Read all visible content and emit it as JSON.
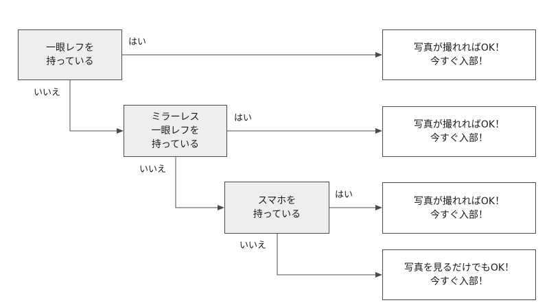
{
  "nodes": {
    "d1": {
      "lines": [
        "一眼レフを",
        "持っている"
      ]
    },
    "d2": {
      "lines": [
        "ミラーレス",
        "一眼レフを",
        "持っている"
      ]
    },
    "d3": {
      "lines": [
        "スマホを",
        "持っている"
      ]
    },
    "r1": {
      "lines": [
        "写真が撮れればOK！",
        "今すぐ入部！"
      ]
    },
    "r2": {
      "lines": [
        "写真が撮れればOK！",
        "今すぐ入部！"
      ]
    },
    "r3": {
      "lines": [
        "写真が撮れればOK！",
        "今すぐ入部！"
      ]
    },
    "r4": {
      "lines": [
        "写真を見るだけでもOK！",
        "今すぐ入部！"
      ]
    }
  },
  "edge_labels": {
    "d1_yes": "はい",
    "d1_no": "いいえ",
    "d2_yes": "はい",
    "d2_no": "いいえ",
    "d3_yes": "はい",
    "d3_no": "いいえ"
  },
  "colors": {
    "decision_fill": "#eeeeee",
    "result_fill": "#ffffff",
    "stroke": "#4a4a4a"
  }
}
